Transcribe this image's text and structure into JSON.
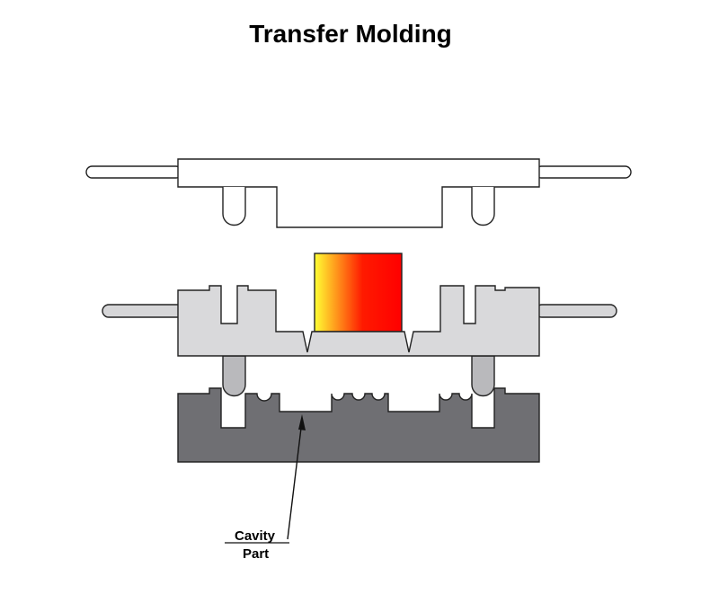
{
  "title": "Transfer Molding",
  "labels": {
    "cavity": "Cavity",
    "part": "Part"
  },
  "colors": {
    "outline": "#222222",
    "ram_fill": "#ffffff",
    "upper_mold_fill": "#d9d9db",
    "lower_mold_fill": "#6f6f73",
    "charge_gradient_start": "#ffff33",
    "charge_gradient_end": "#ff0000",
    "rod_fill": "#d6d6d8"
  }
}
